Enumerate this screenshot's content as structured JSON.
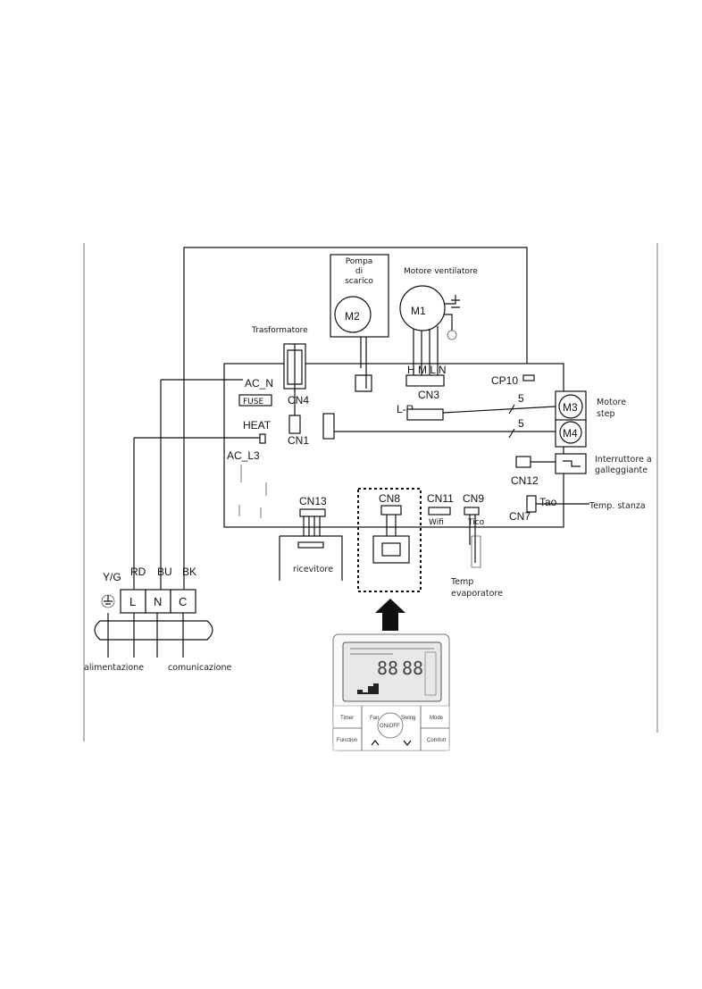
{
  "motors": {
    "m2_label": "Pompa\ndi\nscarico",
    "m2_symbol": "M2",
    "m1_label": "Motore ventilatore",
    "m1_symbol": "M1",
    "m3_symbol": "M3",
    "m4_symbol": "M4"
  },
  "transformer": {
    "label": "Trasformatore"
  },
  "board": {
    "ac_n": "AC_N",
    "fuse": "FUSE",
    "heat": "HEAT",
    "ac_l3": "AC_L3",
    "cn4": "CN4",
    "cn1": "CN1",
    "hmln": "H M L N",
    "cn3": "CN3",
    "cp10": "CP10",
    "lr": "L-R",
    "five_a": "5",
    "five_b": "5",
    "cn13": "CN13",
    "cn8": "CN8",
    "cn11": "CN11",
    "cn9": "CN9",
    "wifi": "Wifi",
    "tico": "Tico",
    "cn12": "CN12",
    "cn7": "CN7",
    "tao": "Tao"
  },
  "side_labels": {
    "motore_step_1": "Motore",
    "motore_step_2": "step",
    "interruttore_1": "Interruttore a",
    "interruttore_2": "galleggiante",
    "temp_stanza": "Temp. stanza",
    "temp_evap_1": "Temp",
    "temp_evap_2": "evaporatore",
    "ricevitore": "ricevitore"
  },
  "terminals": {
    "yg": "Y/G",
    "rd": "RD",
    "bu": "BU",
    "bk": "BK",
    "l": "L",
    "n": "N",
    "c": "C",
    "alimentazione": "alimentazione",
    "comunicazione": "comunicazione"
  },
  "controller": {
    "timer": "Timer",
    "fan": "Fan",
    "swing": "Swing",
    "mode": "Mode",
    "onoff": "ON/OFF",
    "function": "Function",
    "comfort": "Comfort"
  }
}
